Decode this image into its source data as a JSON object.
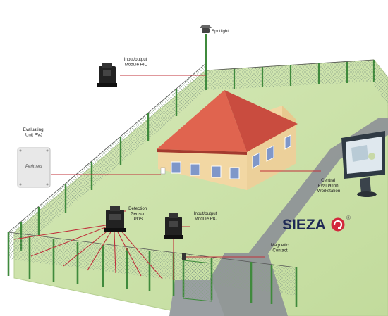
{
  "labels": {
    "spotlight": "Spotlight",
    "io_module_top_1": "Input/output",
    "io_module_top_2": "Module PIO",
    "evaluating_1": "Evaluating",
    "evaluating_2": "Unit PVJ",
    "detection_1": "Detection",
    "detection_2": "Sensor",
    "detection_3": "PDS",
    "io_module_bottom_1": "Input/output",
    "io_module_bottom_2": "Module PIO",
    "central_1": "Central",
    "central_2": "Evaluation",
    "central_3": "Workstation",
    "magnetic_1": "Magnetic",
    "magnetic_2": "Contact"
  },
  "device_text": "Perimect",
  "brand": {
    "name": "SIEZA",
    "registered": "®"
  },
  "colors": {
    "grass": "#cfe3b0",
    "road": "#8f9497",
    "roof": "#d9584a",
    "wall": "#f2d7a3",
    "fence_post": "#3f8a3c",
    "lead_line": "#c0303a",
    "brand": "#1f2a55",
    "brand_icon": "#d2293c"
  }
}
